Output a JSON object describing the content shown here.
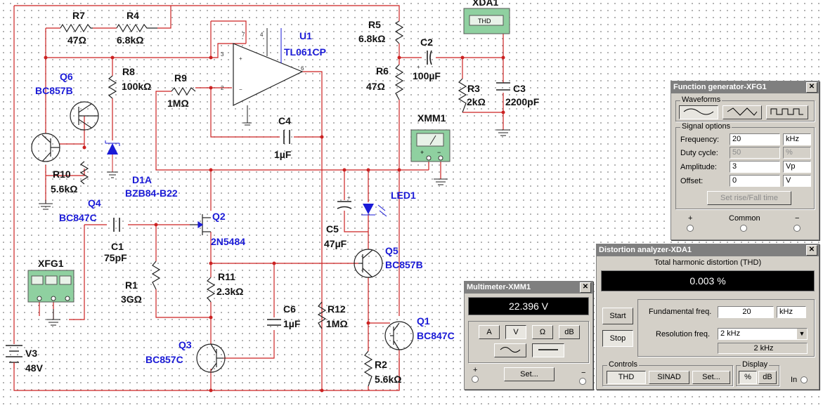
{
  "schematic": {
    "components": {
      "R7": {
        "ref": "R7",
        "value": "47Ω"
      },
      "R4": {
        "ref": "R4",
        "value": "6.8kΩ"
      },
      "U1": {
        "ref": "U1",
        "value": "TL061CP"
      },
      "R5": {
        "ref": "R5",
        "value": "6.8kΩ"
      },
      "C2": {
        "ref": "C2",
        "value": "100µF"
      },
      "XDA1": {
        "ref": "XDA1",
        "face": "THD"
      },
      "Q6": {
        "ref": "Q6",
        "value": "BC857B"
      },
      "R8": {
        "ref": "R8",
        "value": "100kΩ"
      },
      "R9": {
        "ref": "R9",
        "value": "1MΩ"
      },
      "R6": {
        "ref": "R6",
        "value": "47Ω"
      },
      "R3": {
        "ref": "R3",
        "value": "2kΩ"
      },
      "C3": {
        "ref": "C3",
        "value": "2200pF"
      },
      "C4": {
        "ref": "C4",
        "value": "1µF"
      },
      "XMM1": {
        "ref": "XMM1"
      },
      "R10": {
        "ref": "R10",
        "value": "5.6kΩ"
      },
      "D1A": {
        "ref": "D1A",
        "value": "BZB84-B22"
      },
      "LED1": {
        "ref": "LED1"
      },
      "Q4": {
        "ref": "Q4",
        "value": "BC847C"
      },
      "Q2": {
        "ref": "Q2",
        "value": "2N5484"
      },
      "C1": {
        "ref": "C1",
        "value": "75pF"
      },
      "C5": {
        "ref": "C5",
        "value": "47µF"
      },
      "Q5": {
        "ref": "Q5",
        "value": "BC857B"
      },
      "XFG1": {
        "ref": "XFG1"
      },
      "R1": {
        "ref": "R1",
        "value": "3GΩ"
      },
      "R11": {
        "ref": "R11",
        "value": "2.3kΩ"
      },
      "C6": {
        "ref": "C6",
        "value": "1µF"
      },
      "R12": {
        "ref": "R12",
        "value": "1MΩ"
      },
      "Q1": {
        "ref": "Q1",
        "value": "BC847C"
      },
      "Q3": {
        "ref": "Q3",
        "value": "BC857C"
      },
      "R2": {
        "ref": "R2",
        "value": "5.6kΩ"
      },
      "V3": {
        "ref": "V3",
        "value": "48V"
      }
    },
    "pins": {
      "u1_p7": "7",
      "u1_p4": "4",
      "u1_p3": "3",
      "u1_p2": "2",
      "u1_p6": "6",
      "u1_plus": "+",
      "u1_minus": "−",
      "c2_plus": "+",
      "c5_plus": "+"
    },
    "colors": {
      "wire": "#cc2222",
      "ref": "#1a1ad6",
      "instrument_green": "#8fd0a0"
    }
  },
  "function_generator": {
    "title": "Function generator-XFG1",
    "waveforms_label": "Waveforms",
    "waveforms": [
      "sine-icon",
      "triangle-icon",
      "square-icon"
    ],
    "signal_options_label": "Signal options",
    "frequency": {
      "label": "Frequency:",
      "value": "20",
      "unit": "kHz"
    },
    "duty_cycle": {
      "label": "Duty cycle:",
      "value": "50",
      "unit": "%"
    },
    "amplitude": {
      "label": "Amplitude:",
      "value": "3",
      "unit": "Vp"
    },
    "offset": {
      "label": "Offset:",
      "value": "0",
      "unit": "V"
    },
    "rise_fall_button": "Set rise/Fall time",
    "terminal_plus": "+",
    "terminal_common": "Common",
    "terminal_minus": "−"
  },
  "distortion_analyzer": {
    "title": "Distortion analyzer-XDA1",
    "heading": "Total harmonic distortion (THD)",
    "reading": "0.003 %",
    "start_button": "Start",
    "stop_button": "Stop",
    "fundamental_label": "Fundamental freq.",
    "fundamental_value": "20",
    "fundamental_unit": "kHz",
    "resolution_label": "Resolution freq.",
    "resolution_value": "2 kHz",
    "resolution_display": "2 kHz",
    "controls_label": "Controls",
    "thd_button": "THD",
    "sinad_button": "SINAD",
    "set_button": "Set...",
    "display_label": "Display",
    "percent_button": "%",
    "db_button": "dB",
    "input_label": "In"
  },
  "multimeter": {
    "title": "Multimeter-XMM1",
    "reading": "22.396 V",
    "buttons": [
      "A",
      "V",
      "Ω",
      "dB"
    ],
    "set_button": "Set...",
    "terminal_plus": "+",
    "terminal_minus": "−"
  }
}
